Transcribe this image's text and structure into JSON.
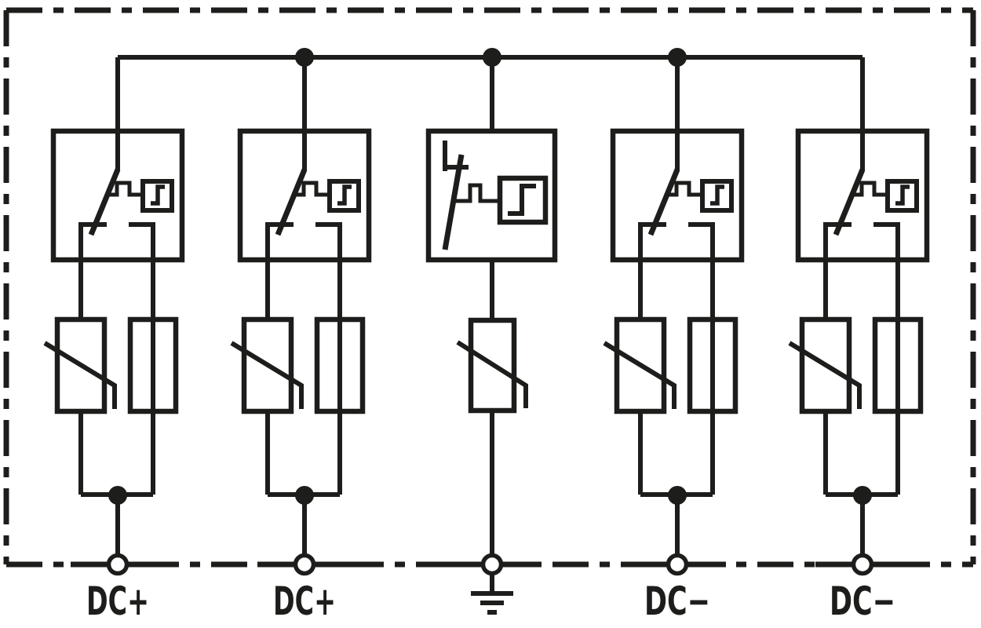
{
  "diagram": {
    "type": "circuit-schematic",
    "description": "Basic circuit diagram of a multipole DC surge protective device: five parallel protection paths inside a dash-dotted device enclosure, joined by a common top bus. Each outer path has a thermal disconnector with status indicator above a varistor in parallel with a fuse element; the centre path has a disconnector with status indicator above a single varistor to the earth terminal.",
    "colors": {
      "line": "#1d1d1b",
      "background": "#ffffff"
    },
    "enclosure": {
      "border_style": "dash-dot"
    },
    "bus": {
      "junction_dots": 3
    },
    "terminals": [
      {
        "id": "terminal-1",
        "label": "DC+",
        "type": "line"
      },
      {
        "id": "terminal-2",
        "label": "DC+",
        "type": "line"
      },
      {
        "id": "terminal-3",
        "label": "",
        "type": "earth",
        "symbol": "earth-ground-icon"
      },
      {
        "id": "terminal-4",
        "label": "DC−",
        "type": "line"
      },
      {
        "id": "terminal-5",
        "label": "DC−",
        "type": "line"
      }
    ],
    "branches": [
      {
        "id": "branch-1",
        "terminal": "DC+",
        "components": [
          "thermal-disconnector-with-status-contact",
          "varistor",
          "fuse"
        ]
      },
      {
        "id": "branch-2",
        "terminal": "DC+",
        "components": [
          "thermal-disconnector-with-status-contact",
          "varistor",
          "fuse"
        ]
      },
      {
        "id": "branch-3",
        "terminal": "earth",
        "components": [
          "disconnector-with-status-contact",
          "varistor"
        ]
      },
      {
        "id": "branch-4",
        "terminal": "DC−",
        "components": [
          "thermal-disconnector-with-status-contact",
          "varistor",
          "fuse"
        ]
      },
      {
        "id": "branch-5",
        "terminal": "DC−",
        "components": [
          "thermal-disconnector-with-status-contact",
          "varistor",
          "fuse"
        ]
      }
    ]
  }
}
